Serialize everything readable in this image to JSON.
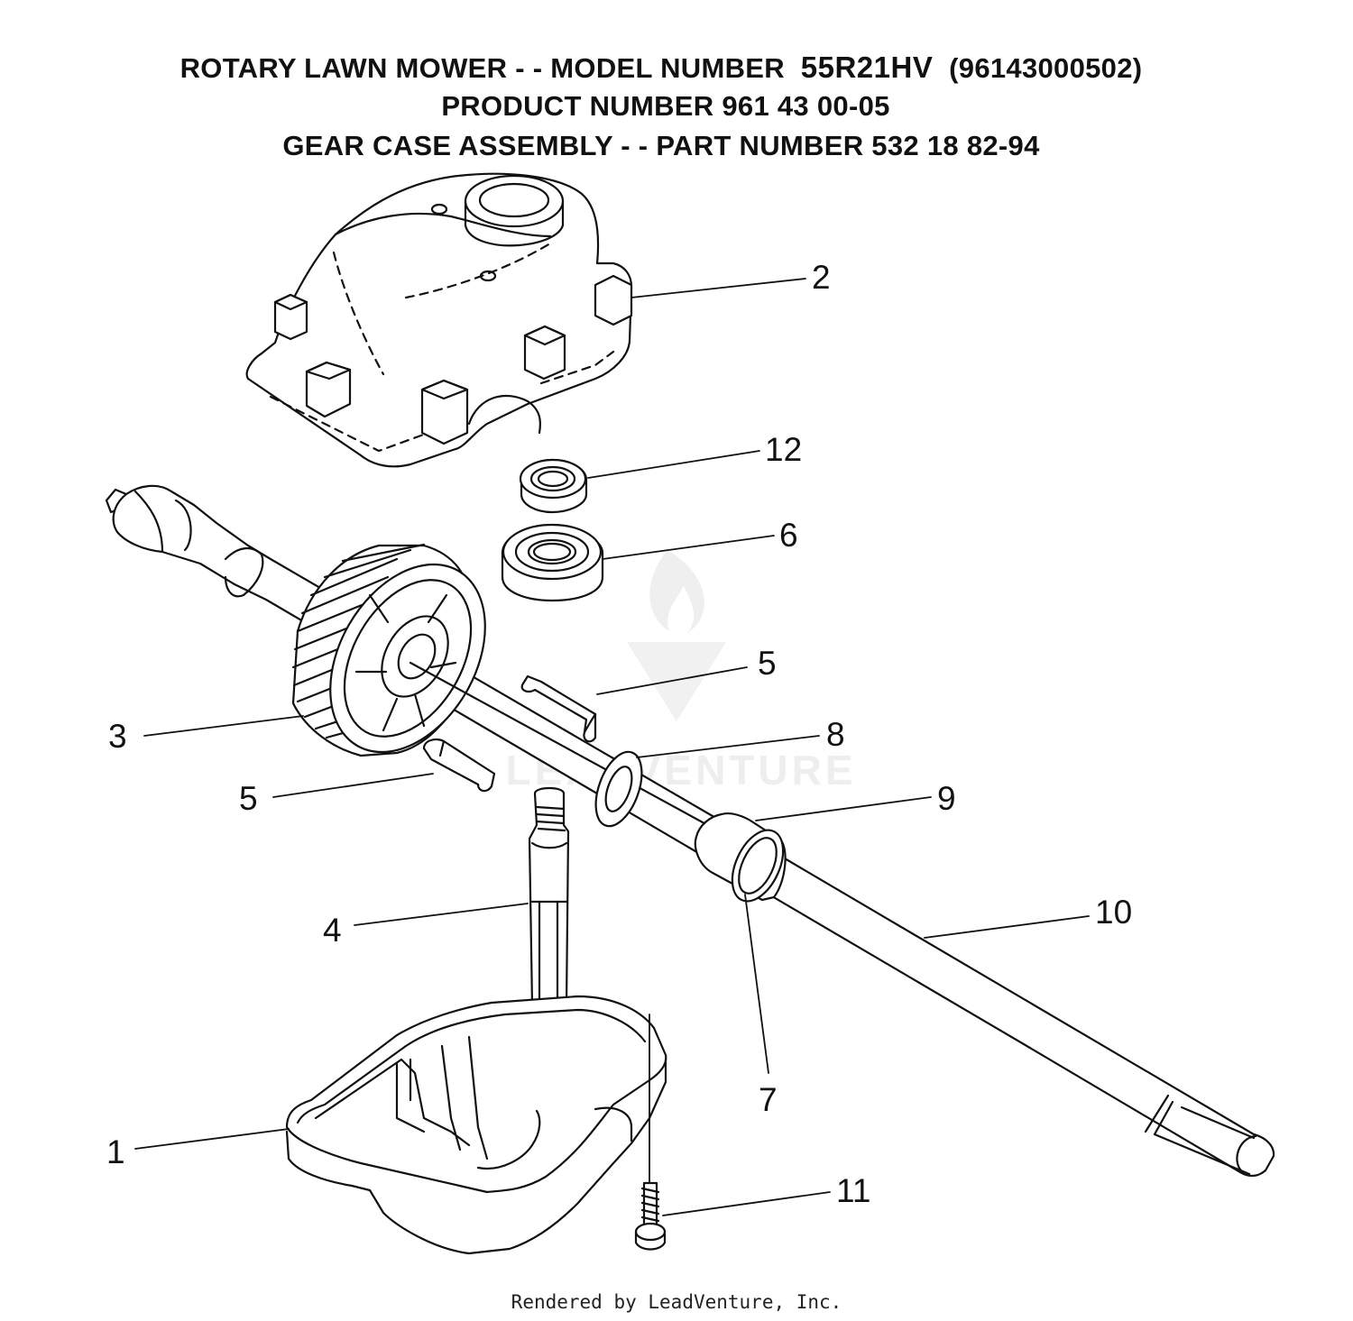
{
  "header": {
    "line1_prefix": "ROTARY LAWN MOWER - - MODEL NUMBER  ",
    "model": "55R21HV",
    "line1_suffix": "  (96143000502)",
    "line2": "PRODUCT NUMBER 961 43 00-05",
    "line3": "GEAR CASE ASSEMBLY - - PART NUMBER 532 18 82-94"
  },
  "callouts": {
    "c1": "1",
    "c2": "2",
    "c3": "3",
    "c4": "4",
    "c5a": "5",
    "c5b": "5",
    "c6": "6",
    "c7": "7",
    "c8": "8",
    "c9": "9",
    "c10": "10",
    "c11": "11",
    "c12": "12"
  },
  "watermark": "LEADVENTURE",
  "footer": "Rendered by LeadVenture, Inc."
}
